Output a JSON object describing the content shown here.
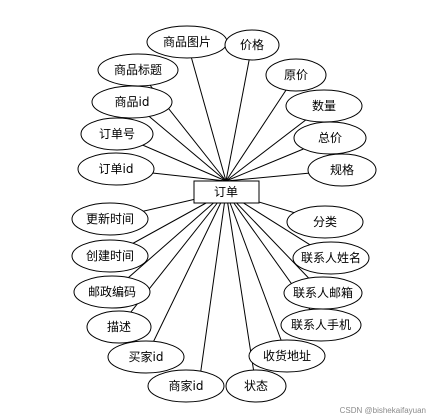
{
  "entity": {
    "label": "订单"
  },
  "attributes": [
    {
      "key": "product_image",
      "label": "商品图片"
    },
    {
      "key": "price",
      "label": "价格"
    },
    {
      "key": "product_title",
      "label": "商品标题"
    },
    {
      "key": "original_price",
      "label": "原价"
    },
    {
      "key": "product_id",
      "label": "商品id"
    },
    {
      "key": "quantity",
      "label": "数量"
    },
    {
      "key": "order_number",
      "label": "订单号"
    },
    {
      "key": "total_price",
      "label": "总价"
    },
    {
      "key": "order_id",
      "label": "订单id"
    },
    {
      "key": "spec",
      "label": "规格"
    },
    {
      "key": "update_time",
      "label": "更新时间"
    },
    {
      "key": "category",
      "label": "分类"
    },
    {
      "key": "create_time",
      "label": "创建时间"
    },
    {
      "key": "contact_name",
      "label": "联系人姓名"
    },
    {
      "key": "postal_code",
      "label": "邮政编码"
    },
    {
      "key": "contact_email",
      "label": "联系人邮箱"
    },
    {
      "key": "description",
      "label": "描述"
    },
    {
      "key": "contact_phone",
      "label": "联系人手机"
    },
    {
      "key": "buyer_id",
      "label": "买家id"
    },
    {
      "key": "shipping_address",
      "label": "收货地址"
    },
    {
      "key": "merchant_id",
      "label": "商家id"
    },
    {
      "key": "status",
      "label": "状态"
    }
  ],
  "watermark": "CSDN @bishekaifayuan"
}
